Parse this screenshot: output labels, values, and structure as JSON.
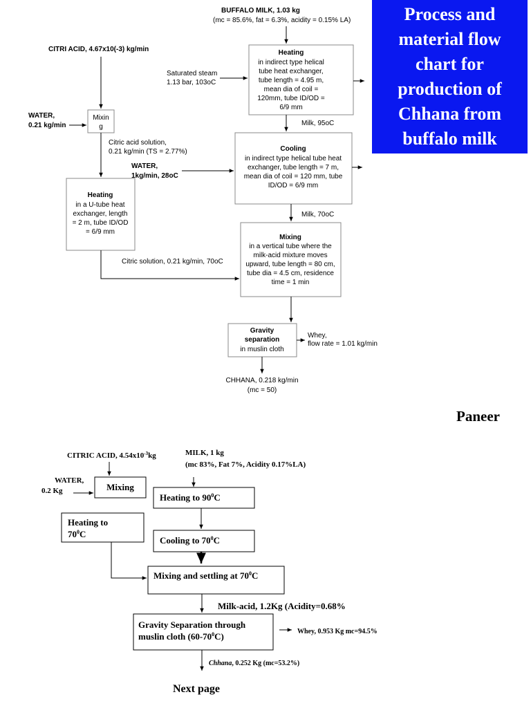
{
  "title": "Process and\nmaterial flow\nchart for\nproduction of\nChhana from\nbuffalo milk",
  "chhana_chart": {
    "buffalo_milk": "BUFFALO MILK, 1.03 kg",
    "buffalo_milk_props": "(mc = 85.6%, fat = 6.3%, acidity = 0.15% LA)",
    "citric_acid": "CITRI ACID, 4.67x10(-3) kg/min",
    "water": "WATER,",
    "water_rate": "0.21 kg/min",
    "mixing_box": [
      "Mixin",
      "g"
    ],
    "saturated_steam": [
      "Saturated steam",
      "1.13 bar, 103oC"
    ],
    "heating_title": "Heating",
    "heating_desc": [
      "in indirect type helical",
      "tube heat exchanger,",
      "tube length = 4.95 m,",
      "mean dia of coil =",
      "120mm,  tube ID/OD =",
      "6/9 mm"
    ],
    "milk_95": "Milk,  95oC",
    "citric_solution": [
      "Citric acid solution,",
      "0.21 kg/min (TS = 2.77%)"
    ],
    "water_2": [
      "WATER,",
      "1kg/min, 28oC"
    ],
    "cooling_title": "Cooling",
    "cooling_desc": [
      "in indirect type helical tube heat",
      "exchanger, tube length = 7 m,",
      "mean dia of coil = 120 mm, tube",
      "ID/OD = 6/9 mm"
    ],
    "heating2_title": "Heating",
    "heating2_desc": [
      "in a U-tube heat",
      "exchanger, length",
      "= 2 m, tube ID/OD",
      "= 6/9 mm"
    ],
    "milk_70": "Milk, 70oC",
    "mixing2_title": "Mixing",
    "mixing2_desc": [
      "in a vertical tube where the",
      "milk-acid mixture moves",
      "upward, tube length = 80 cm,",
      "tube dia = 4.5 cm, residence",
      "time = 1 min"
    ],
    "citric_solution_2": "Citric solution, 0.21 kg/min, 70oC",
    "gravity_title": [
      "Gravity",
      "separation"
    ],
    "gravity_desc": "in muslin cloth",
    "whey": [
      "Whey,",
      "flow rate = 1.01 kg/min"
    ],
    "chhana_out": [
      "CHHANA, 0.218 kg/min",
      "(mc = 50)"
    ]
  },
  "paneer_heading": "Paneer",
  "paneer_chart": {
    "citric_acid_a": "CITRIC ACID, 4.54x10",
    "citric_acid_exp": "-3",
    "citric_acid_b": "kg",
    "milk": "MILK, 1 kg",
    "milk_props": "(mc 83%, Fat 7%, Acidity 0.17%LA)",
    "water": "WATER,",
    "water_amt": "0.2 Kg",
    "mixing": "Mixing",
    "heating_a": "Heating to 90",
    "heating_sup": "0",
    "heating_b": "C",
    "heating2_line1": "Heating  to",
    "heating2_a": "70",
    "heating2_sup": "0",
    "heating2_b": "C",
    "cooling_a": "Cooling to 70",
    "cooling_sup": "0",
    "cooling_b": "C",
    "mixsettle_a": "Mixing and settling at 70",
    "mixsettle_sup": "0",
    "mixsettle_b": "C",
    "milk_acid": "Milk-acid, 1.2Kg (Acidity=0.68%",
    "gravity_line1": "Gravity Separation through",
    "gravity_line2a": "muslin cloth (60-70",
    "gravity_sup": "0",
    "gravity_line2b": "C)",
    "whey": "Whey, 0.953 Kg mc=94.5%",
    "chhana_italic": "Chhana",
    "chhana_rest": ", 0.252 Kg (mc=53.2%)"
  },
  "next_page": "Next page"
}
